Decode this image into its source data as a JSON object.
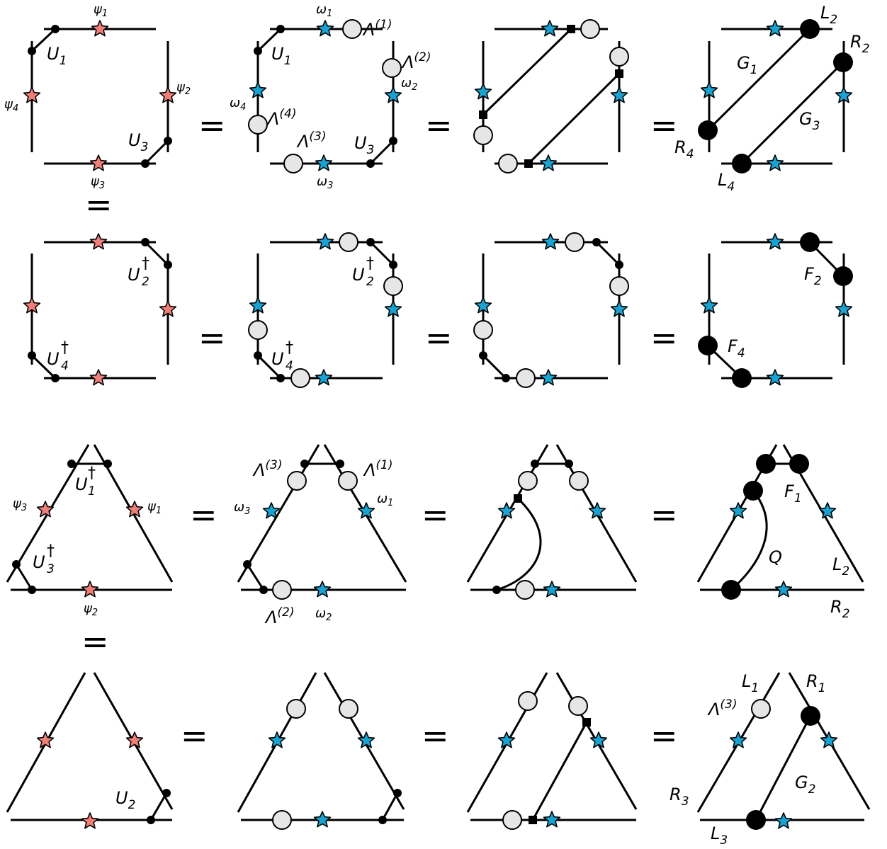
{
  "equals_sign": "=",
  "labels": {
    "U1": "U",
    "U1_sub": "1",
    "U3": "U",
    "U3_sub": "3",
    "psi1": "ψ",
    "psi1_sub": "1",
    "psi2": "ψ",
    "psi2_sub": "2",
    "psi3": "ψ",
    "psi3_sub": "3",
    "psi4": "ψ",
    "psi4_sub": "4",
    "omega1": "ω",
    "omega1_sub": "1",
    "omega2": "ω",
    "omega2_sub": "2",
    "omega3": "ω",
    "omega3_sub": "3",
    "omega4": "ω",
    "omega4_sub": "4",
    "lambda1": "Λ",
    "lambda1_sup": "(1)",
    "lambda2": "Λ",
    "lambda2_sup": "(2)",
    "lambda3": "Λ",
    "lambda3_sup": "(3)",
    "lambda4": "Λ",
    "lambda4_sup": "(4)",
    "L2": "L",
    "L2_sub": "2",
    "R2": "R",
    "R2_sub": "2",
    "G1": "G",
    "G1_sub": "1",
    "G3": "G",
    "G3_sub": "3",
    "R4": "R",
    "R4_sub": "4",
    "L4": "L",
    "L4_sub": "4",
    "U2dag": "U",
    "U2dag_sub": "2",
    "dagger": "†",
    "U4dag": "U",
    "U4dag_sub": "4",
    "F2": "F",
    "F2_sub": "2",
    "F4": "F",
    "F4_sub": "4",
    "U1dag": "U",
    "U1dag_sub": "1",
    "U3dag": "U",
    "U3dag_sub": "3",
    "F1": "F",
    "F1_sub": "1",
    "Q": "Q",
    "L1": "L",
    "L1_sub": "1",
    "R1": "R",
    "R1_sub": "1",
    "R3": "R",
    "R3_sub": "3",
    "L3": "L",
    "L3_sub": "3",
    "G2": "G",
    "G2_sub": "2",
    "U2": "U",
    "U2_sub": "2"
  },
  "colors": {
    "psi_star": "#ef8079",
    "omega_star": "#1aa2d0",
    "lambda_circle": "#e6e6e6",
    "tensor_dot": "#000000"
  }
}
